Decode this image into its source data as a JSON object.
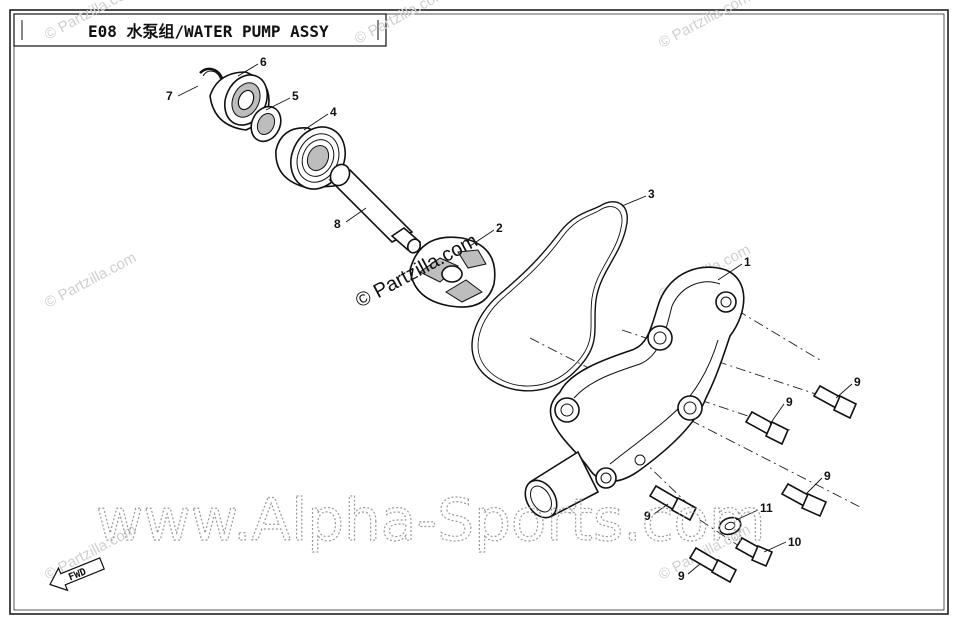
{
  "diagram": {
    "title": "E08 水泵组/WATER PUMP ASSY",
    "fwd_label": "FWD",
    "watermark_center": "© Partzilla.com",
    "watermark_small": "© Partzilla.com",
    "watermark_big": "www.Alpha-Sports.com",
    "callouts": {
      "c1": "1",
      "c2": "2",
      "c3": "3",
      "c4": "4",
      "c5": "5",
      "c6": "6",
      "c7": "7",
      "c8": "8",
      "c9": "9",
      "c10": "10",
      "c11": "11"
    }
  }
}
